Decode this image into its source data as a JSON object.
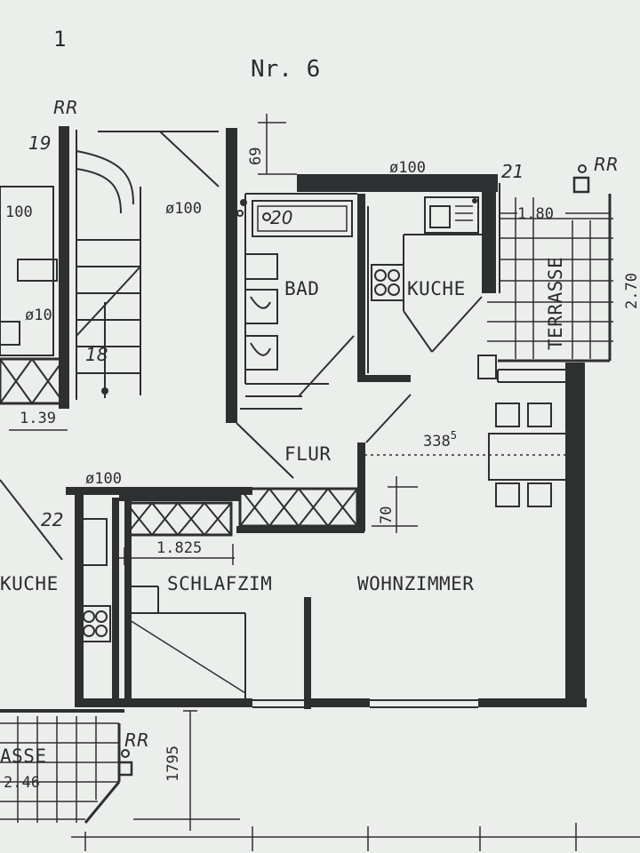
{
  "page": {
    "number": "1",
    "title": "Nr. 6"
  },
  "rooms": {
    "bad": "BAD",
    "kueche": "KUCHE",
    "kueche_left": "KUCHE",
    "terrasse": "TERRASSE",
    "terrasse_left": "ASSE",
    "flur": "FLUR",
    "schlafzimmer": "SCHLAFZIM",
    "wohnzimmer": "WOHNZIMMER"
  },
  "dimensions": {
    "d69": "69",
    "d180": "1.80",
    "d270": "2.70",
    "d3385": "338",
    "d3385_sup": "5",
    "d70": "70",
    "d1825": "1.825",
    "d1795": "1795",
    "d139": "1.39",
    "d246": "2.46",
    "d20": "20"
  },
  "pipes": {
    "p100_top": "ø100",
    "p100_mid": "ø100",
    "p100_hall": "ø100",
    "p100_left": "100",
    "p10_left": "ø10"
  },
  "markers": {
    "rr_top_left": "RR",
    "rr_top_right": "RR",
    "rr_bottom": "RR",
    "n19": "19",
    "n21": "21",
    "n22": "22",
    "n18": "18"
  }
}
